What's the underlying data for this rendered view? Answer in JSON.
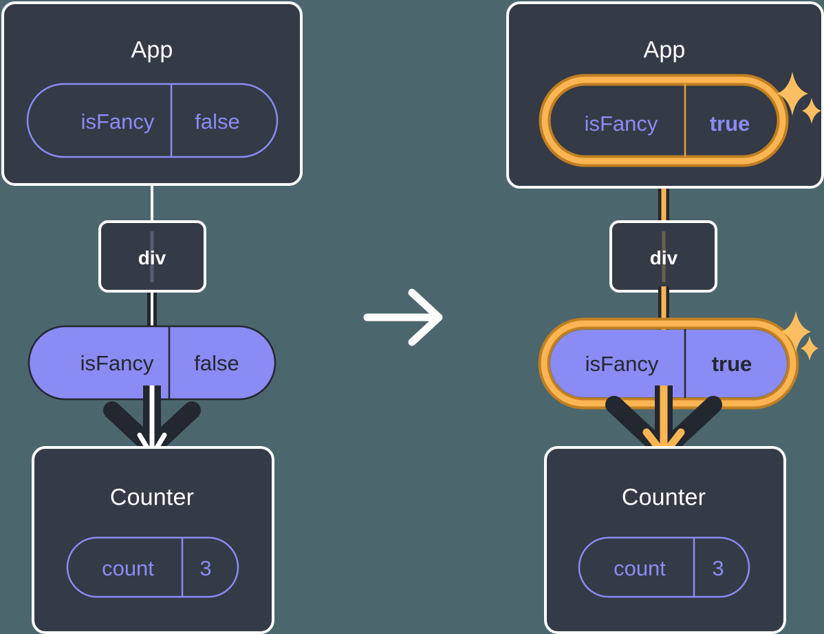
{
  "diagram": {
    "title": "React state update propagation: isFancy false to true",
    "background_color": "#4c666d",
    "transition_arrow_icon": "right-arrow-icon",
    "colors": {
      "panel_fill": "#343a46",
      "panel_stroke": "#ffffff",
      "pill_outline_stroke": "#8b8bf5",
      "pill_filled_fill": "#8b8bf5",
      "pill_filled_text": "#23272f",
      "edge_dark": "#23272f",
      "edge_light": "#ffffff",
      "highlight_outer": "#c07f21",
      "highlight_inner": "#fbb552",
      "highlight_edge": "#fbb552",
      "sparkle": "#fbbf62"
    }
  },
  "before": {
    "app": {
      "title": "App",
      "state_pill": {
        "name": "isFancy",
        "value": "false",
        "style": "outline",
        "highlighted": false
      }
    },
    "div": {
      "title": "div"
    },
    "prop_pill": {
      "name": "isFancy",
      "value": "false",
      "style": "filled",
      "highlighted": false
    },
    "counter": {
      "title": "Counter",
      "state_pill": {
        "name": "count",
        "value": "3",
        "style": "outline",
        "highlighted": false
      }
    }
  },
  "after": {
    "app": {
      "title": "App",
      "state_pill": {
        "name": "isFancy",
        "value": "true",
        "style": "outline",
        "highlighted": true,
        "sparkle": "sparkle-icon"
      }
    },
    "div": {
      "title": "div"
    },
    "prop_pill": {
      "name": "isFancy",
      "value": "true",
      "style": "filled",
      "highlighted": true,
      "sparkle": "sparkle-icon"
    },
    "counter": {
      "title": "Counter",
      "state_pill": {
        "name": "count",
        "value": "3",
        "style": "outline",
        "highlighted": false
      }
    }
  }
}
